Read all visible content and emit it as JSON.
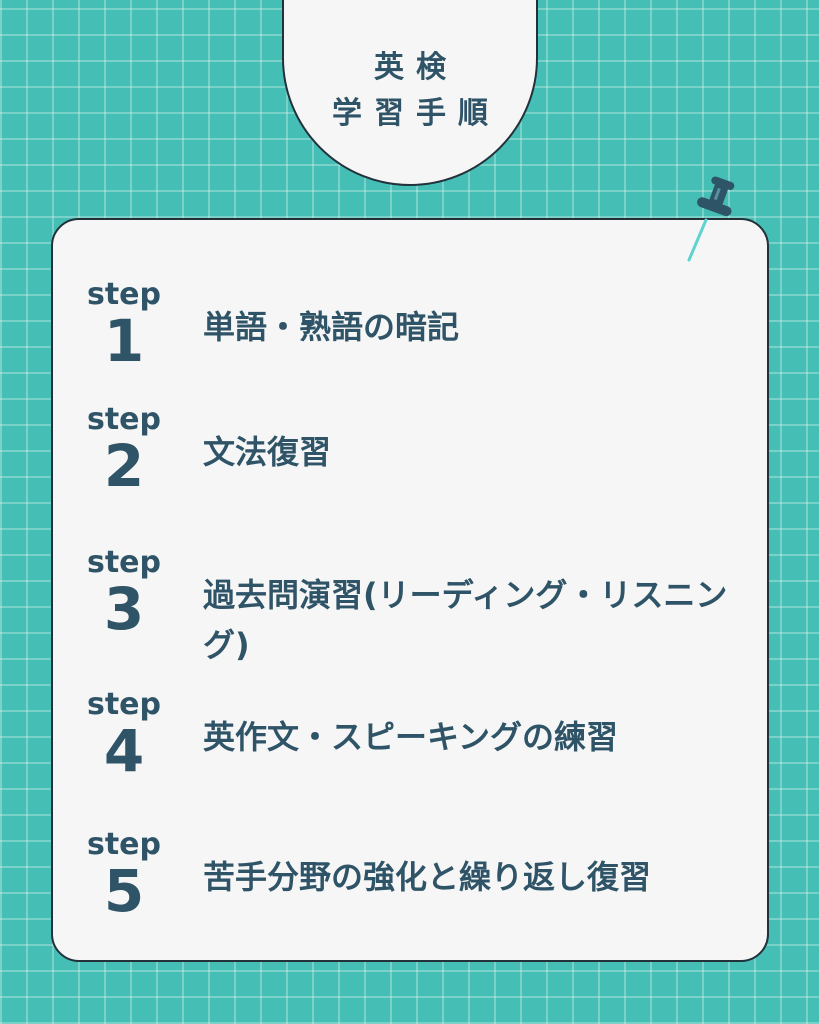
{
  "title": {
    "line1": "英検",
    "line2": "学習手順"
  },
  "steps": [
    {
      "label": "step",
      "number": "1",
      "text": "単語・熟語の暗記"
    },
    {
      "label": "step",
      "number": "2",
      "text": "文法復習"
    },
    {
      "label": "step",
      "number": "3",
      "text": "過去問演習(リーディング・リスニング)"
    },
    {
      "label": "step",
      "number": "4",
      "text": "英作文・スピーキングの練習"
    },
    {
      "label": "step",
      "number": "5",
      "text": "苦手分野の強化と繰り返し復習"
    }
  ],
  "colors": {
    "background": "#45bfb6",
    "card": "#f6f6f6",
    "text": "#2f5467",
    "pin": "#2d5567",
    "pin_needle": "#5fd3cf"
  },
  "icons": {
    "pin": "pushpin-icon"
  }
}
